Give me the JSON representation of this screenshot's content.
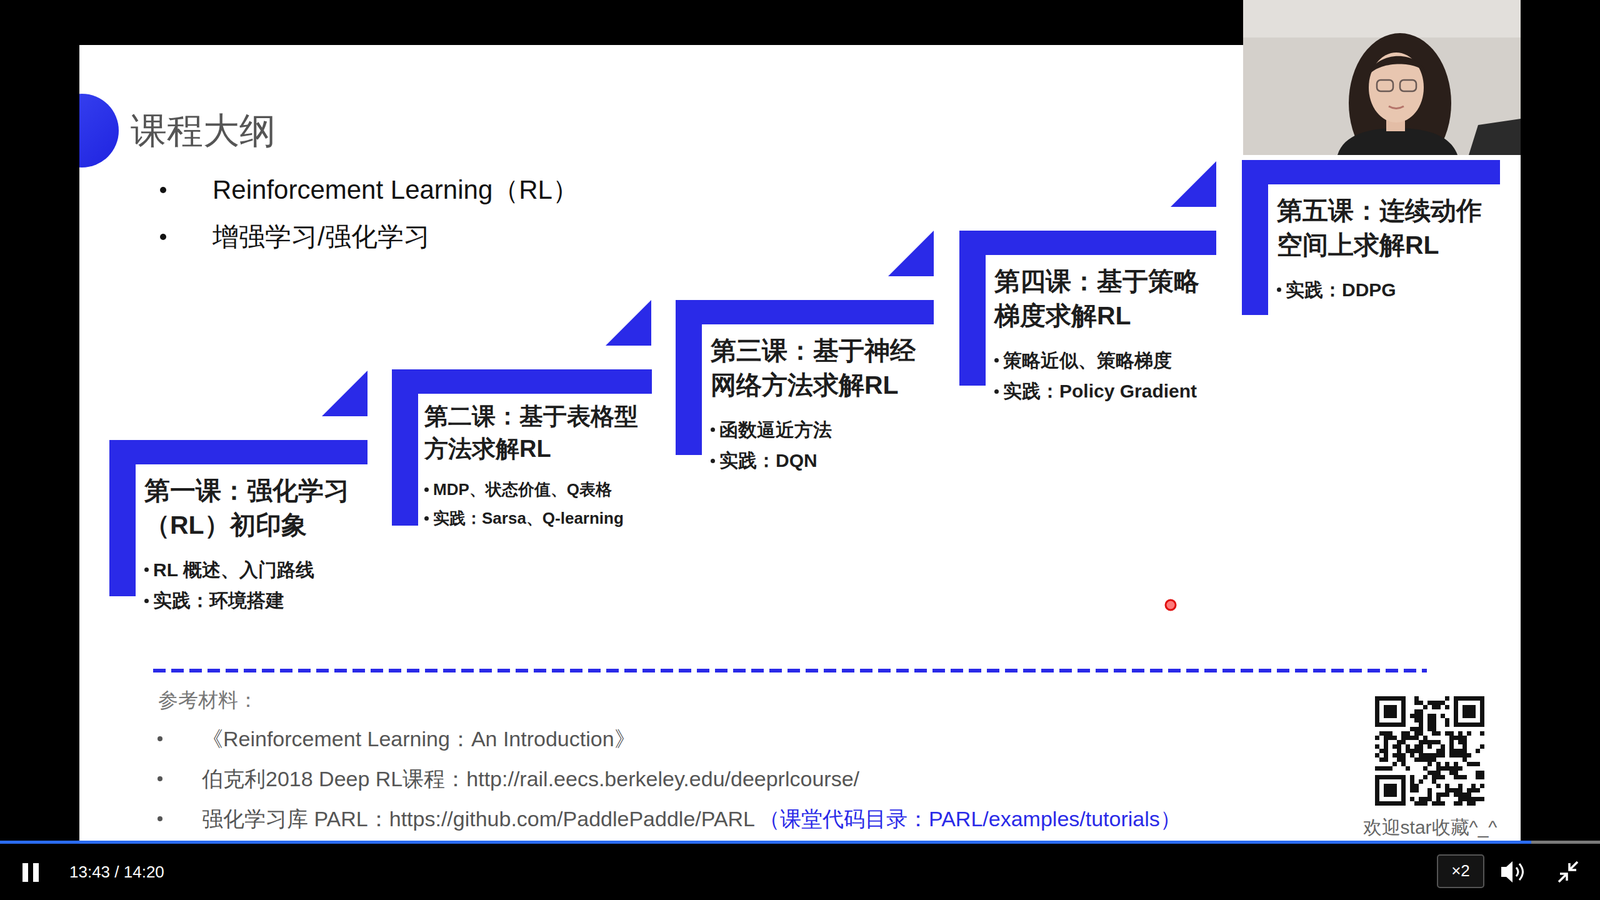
{
  "diagram": {
    "title": "课程大纲",
    "nodes": [
      {
        "text": [
          "第一课：强化学习（RL）初印象",
          "RL 概述、入门路线",
          "实践：环境搭建"
        ]
      },
      {
        "text": [
          "第二课：基于表格型方法求解RL",
          "MDP、状态价值、Q表格",
          "实践：Sarsa、Q-learning"
        ]
      },
      {
        "text": [
          "第三课：基于神经网络方法求解RL",
          "函数逼近方法",
          "实践：DQN"
        ]
      },
      {
        "text": [
          "第四课：基于策略梯度求解RL",
          "策略近似、策略梯度",
          "实践：Policy Gradient"
        ]
      },
      {
        "text": [
          "第五课：连续动作空间上求解RL",
          "实践：DDPG"
        ]
      }
    ],
    "labels": [
      "Reinforcement Learning（RL）",
      "增强学习/强化学习",
      "参考材料：",
      "《Reinforcement Learning：An Introduction》",
      "伯克利2018 Deep RL课程：http://rail.eecs.berkeley.edu/deeprlcourse/",
      "强化学习库 PARL：https://github.com/PaddlePaddle/PARL",
      "（课堂代码目录：PARL/examples/tutorials）",
      "欢迎star收藏^_^",
      "13:43 / 14:20",
      "×2"
    ]
  }
}
